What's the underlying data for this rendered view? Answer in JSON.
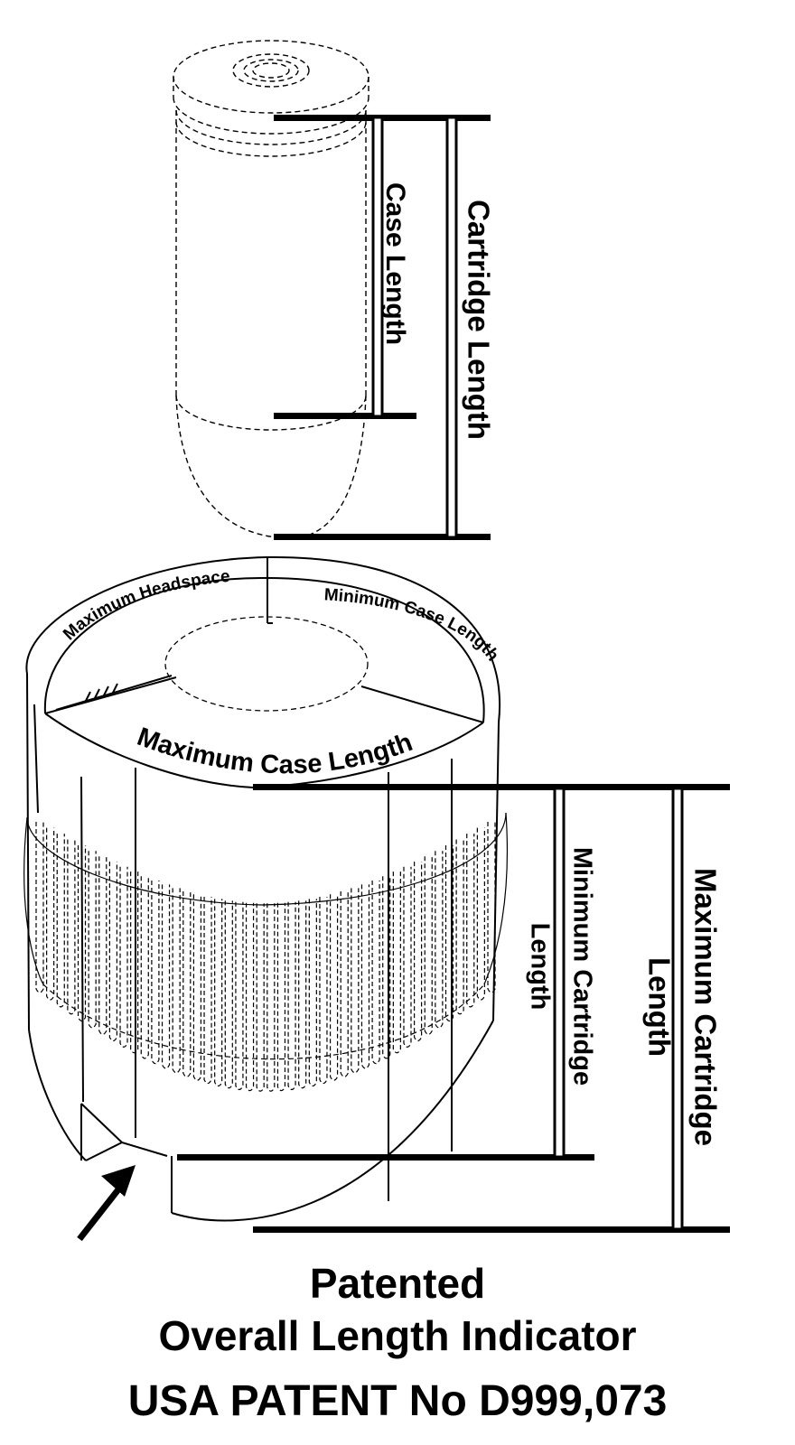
{
  "diagram": {
    "cartridge_dims": {
      "case_length_label": "Case Length",
      "cartridge_length_label": "Cartridge Length"
    },
    "gauge_top_labels": {
      "maximum_headspace": "Maximum Headspace",
      "minimum_case_length": "Minimum Case Length",
      "maximum_case_length": "Maximum Case Length"
    },
    "gauge_dims": {
      "minimum_cartridge_length_line1": "Minimum Cartridge",
      "minimum_cartridge_length_line2": "Length",
      "maximum_cartridge_length_line1": "Maximum Cartridge",
      "maximum_cartridge_length_line2": "Length"
    }
  },
  "caption": {
    "line1": "Patented",
    "line2": "Overall Length Indicator",
    "line3": "USA PATENT No D999,073"
  }
}
